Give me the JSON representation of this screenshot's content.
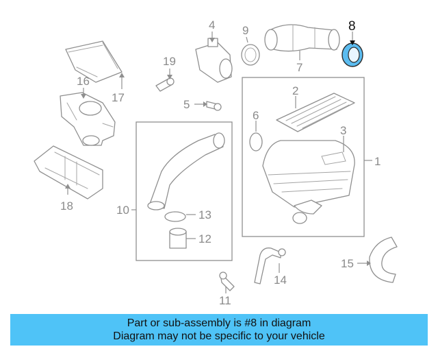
{
  "diagram": {
    "highlight_color": "#5bbcf0",
    "callouts": [
      "1",
      "2",
      "3",
      "4",
      "5",
      "6",
      "7",
      "8",
      "9",
      "10",
      "11",
      "12",
      "13",
      "14",
      "15",
      "16",
      "17",
      "18",
      "19"
    ],
    "highlighted_part": "8"
  },
  "banner": {
    "line1": "Part or sub-assembly is #8 in diagram",
    "line2": "Diagram may not be specific to your vehicle",
    "background": "#4fc3f7"
  }
}
